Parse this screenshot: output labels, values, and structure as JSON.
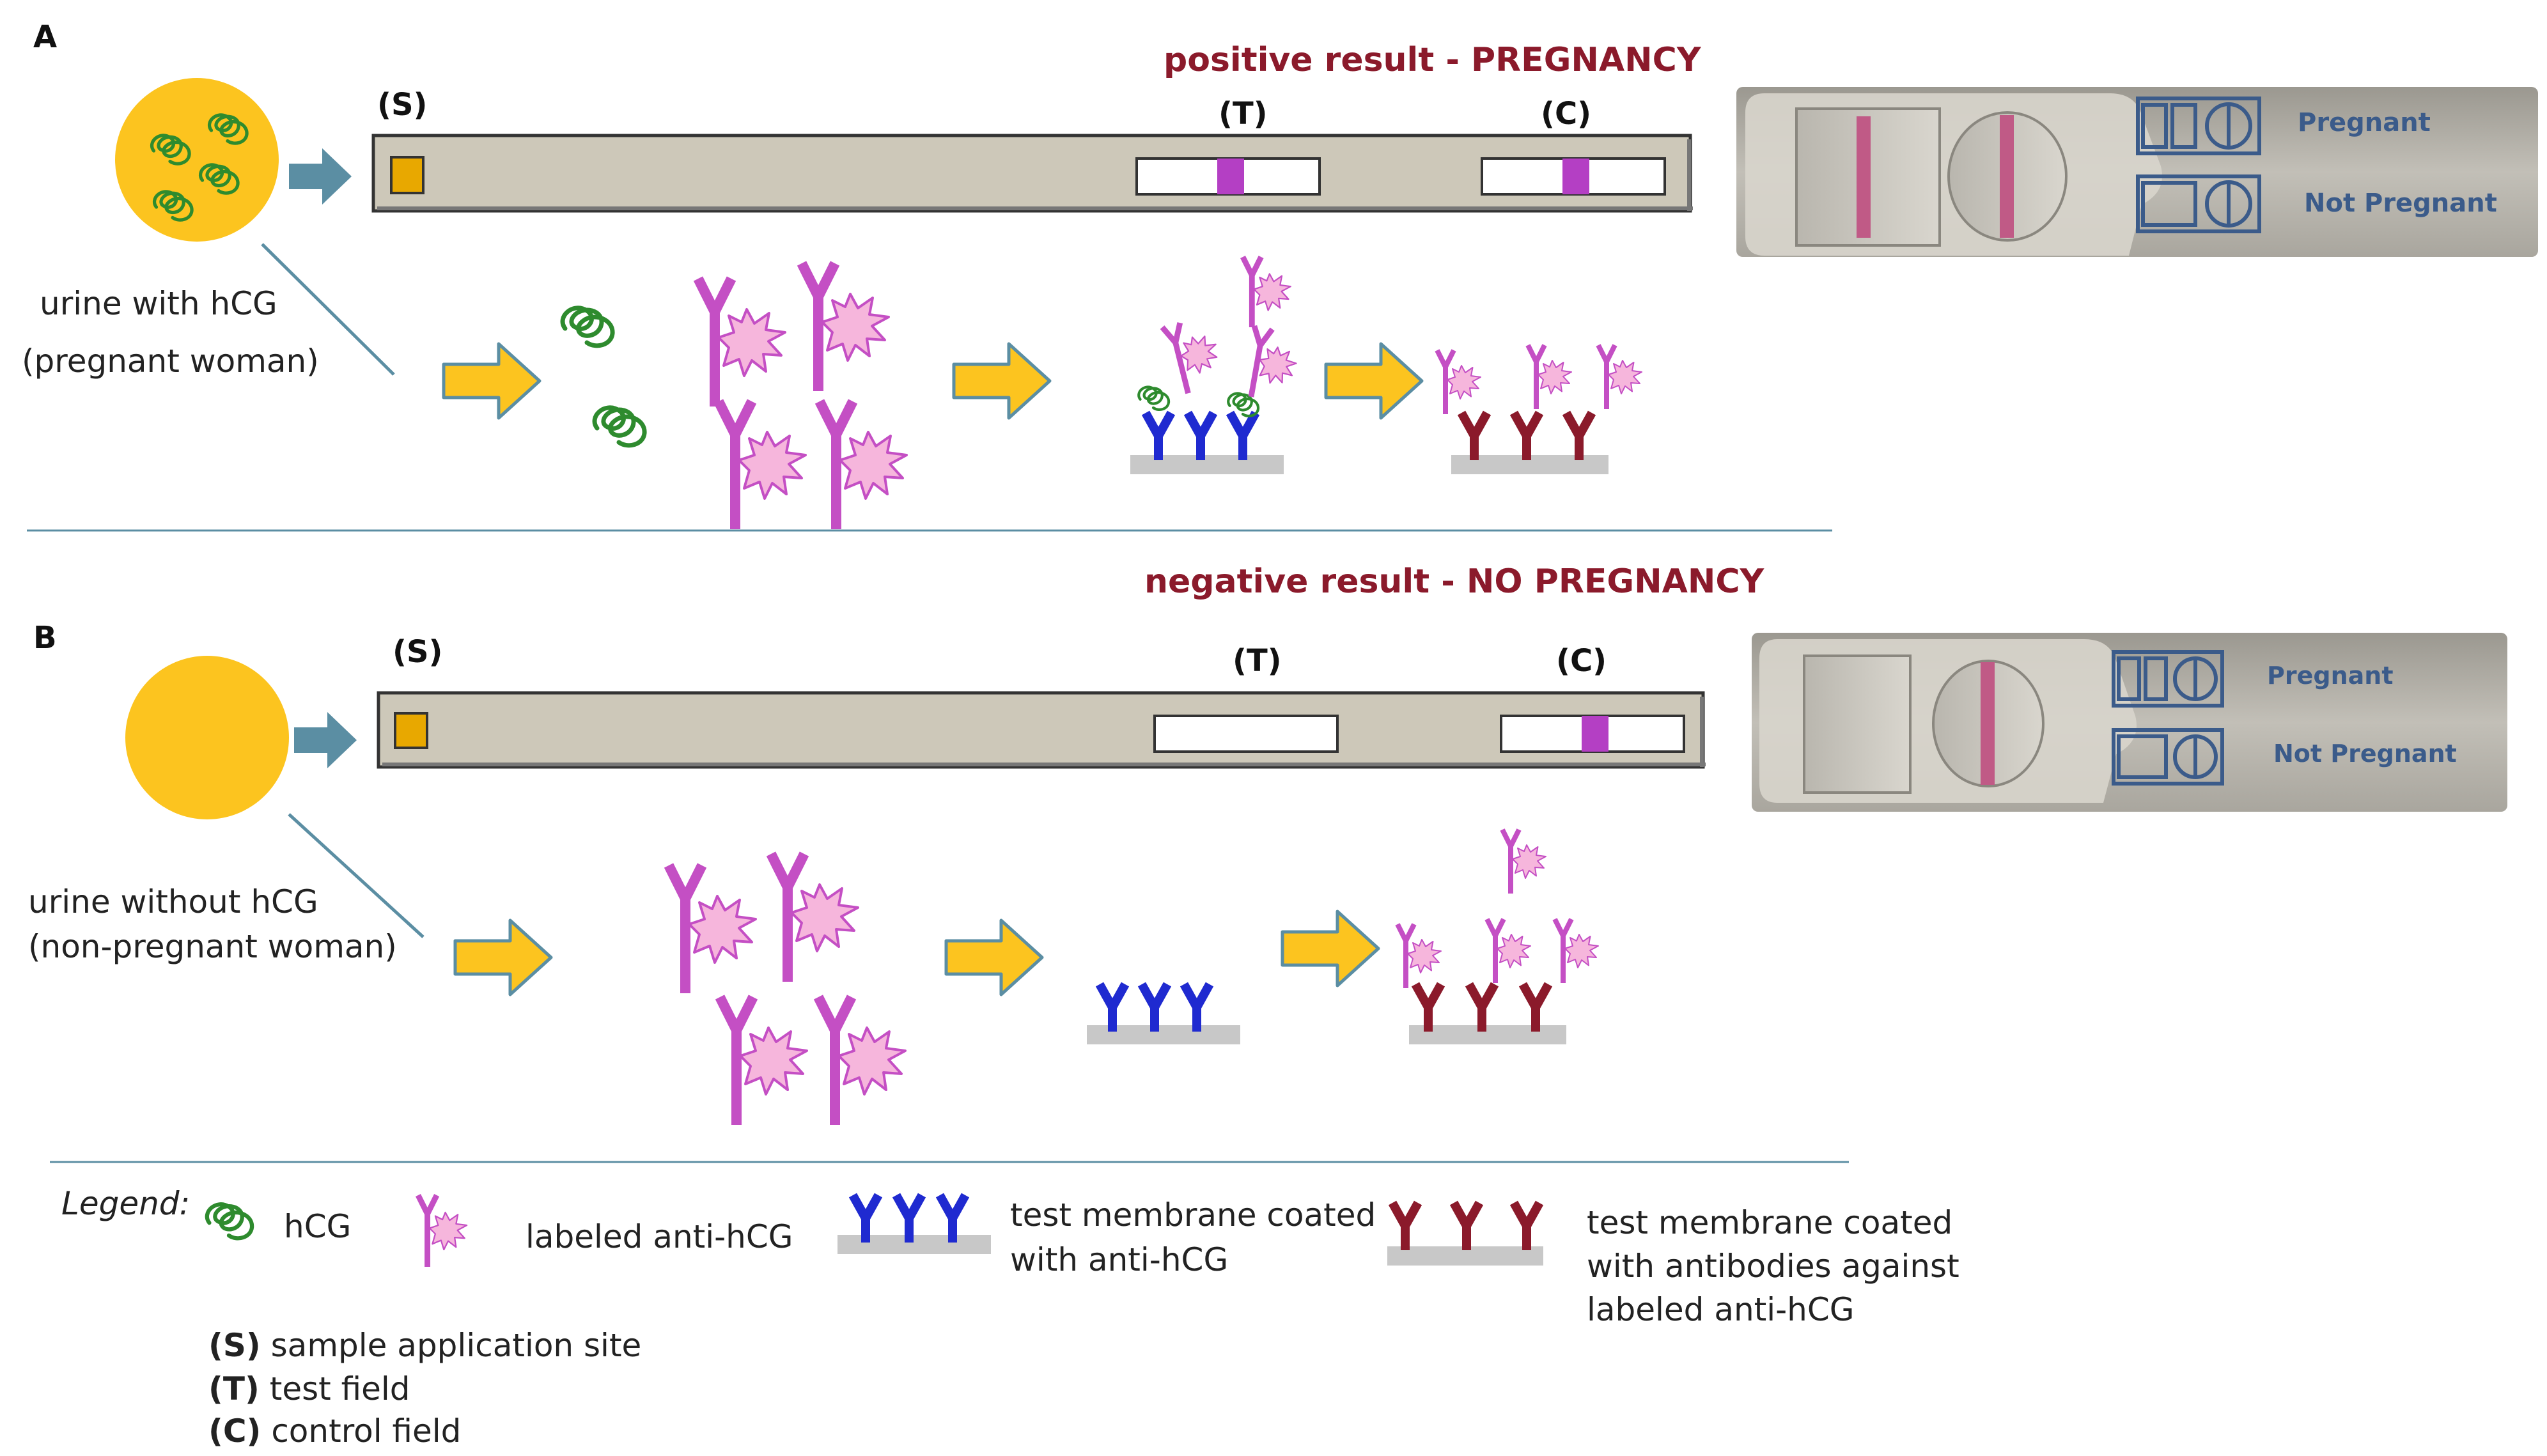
{
  "panels": {
    "a": {
      "letter": "A",
      "result": "positive result - PREGNANCY",
      "label_s": "(S)",
      "label_t": "(T)",
      "label_c": "(C)",
      "sample_line1": "urine with hCG",
      "sample_line2": "(pregnant woman)",
      "photo_pregnant": "Pregnant",
      "photo_not_pregnant": "Not Pregnant"
    },
    "b": {
      "letter": "B",
      "result": "negative result - NO PREGNANCY",
      "label_s": "(S)",
      "label_t": "(T)",
      "label_c": "(C)",
      "sample_line1": "urine without hCG",
      "sample_line2": "(non-pregnant woman)",
      "photo_pregnant": "Pregnant",
      "photo_not_pregnant": "Not Pregnant"
    }
  },
  "legend": {
    "title": "Legend:",
    "hcg": "hCG",
    "labeled": "labeled anti-hCG",
    "test_membrane_1": "test membrane coated",
    "test_membrane_2": "with anti-hCG",
    "control_membrane_1": "test membrane coated",
    "control_membrane_2": "with antibodies against",
    "control_membrane_3": "labeled anti-hCG",
    "defs": [
      {
        "key": "(S)",
        "text": "sample application site"
      },
      {
        "key": "(T)",
        "text": "test field"
      },
      {
        "key": "(C)",
        "text": "control field"
      }
    ]
  },
  "colors": {
    "sample_yellow": "#fcc41f",
    "strip_gray": "#cdc8b9",
    "arrow_yellow": "#fcc41f",
    "arrow_steel": "#5b8ea3",
    "antibody_magenta": "#c44fc4",
    "star_pink": "#f6b6dc",
    "test_antibody_blue": "#1f2ad0",
    "control_antibody_red": "#8b1a2b",
    "hcg_green": "#2e8b2e",
    "result_red": "#8b1a2b"
  }
}
